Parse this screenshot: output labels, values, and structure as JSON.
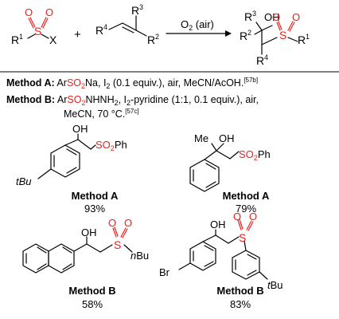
{
  "scheme": {
    "s_atom": "S",
    "o_atom": "O",
    "r1": "R",
    "r1_sup": "1",
    "x_group": "X",
    "plus": "+",
    "r2": "R",
    "r2_sup": "2",
    "r3": "R",
    "r3_sup": "3",
    "r4": "R",
    "r4_sup": "4",
    "arrow_label_main": "O",
    "arrow_label_sub": "2",
    "arrow_label_rest": " (air)",
    "oh": "OH"
  },
  "methods": {
    "a_label": "Method A:",
    "a_ar": " Ar",
    "a_so2": "SO",
    "a_so2_sub": "2",
    "a_rest1": "Na, I",
    "a_i_sub": "2",
    "a_rest2": " (0.1 equiv.), air, MeCN/AcOH.",
    "a_ref": "[57b]",
    "b_label": "Method B:",
    "b_ar": " Ar",
    "b_so2": "SO",
    "b_so2_sub": "2",
    "b_rest1": "NHNH",
    "b_nh_sub": "2",
    "b_rest2": ", I",
    "b_i_sub": "2",
    "b_rest3": "-pyridine (1:1, 0.1 equiv.), air,",
    "b_line2": "MeCN, 70 °C.",
    "b_ref": "[57c]"
  },
  "products": [
    {
      "method": "Method A",
      "yield": "93%",
      "group": "SO",
      "group_sub": "2",
      "group_tail": "Ph",
      "subst": "tBu"
    },
    {
      "method": "Method A",
      "yield": "79%",
      "group": "SO",
      "group_sub": "2",
      "group_tail": "Ph",
      "subst": "Me"
    },
    {
      "method": "Method B",
      "yield": "58%",
      "n_prefix": "n",
      "n_tail": "Bu"
    },
    {
      "method": "Method B",
      "yield": "83%",
      "subst_left": "Br",
      "subst_right_t": "t",
      "subst_right_tail": "Bu"
    }
  ],
  "colors": {
    "sulfonyl": "#e8221c",
    "text": "#000000"
  }
}
